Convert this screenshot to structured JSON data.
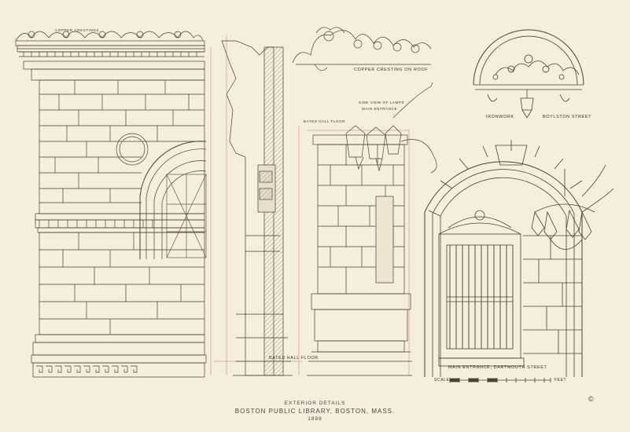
{
  "labels": {
    "copper_crestings": "Copper Crestings",
    "copper_cresting_roof": "Copper Cresting on Roof",
    "side_view_lamps": "Side View of Lamps",
    "main_entrance_small": "Main Entrance",
    "ironwork": "Ironwork",
    "boylston_street": "Boylston Street",
    "bates_hall_floor_top": "Bates Hall Floor",
    "bates_hall_floor_bottom": "Bates Hall Floor",
    "main_entrance_dartmouth": "Main Entrance, Dartmouth Street",
    "scale": "Scale",
    "feet": "Feet"
  },
  "caption": {
    "line1": "EXTERIOR DETAILS",
    "line2": "BOSTON PUBLIC LIBRARY, BOSTON, MASS.",
    "line3": "1898"
  },
  "copyright": "©",
  "colors": {
    "paper": "#f4eedc",
    "ink": "#4a4035",
    "accent_line": "#c07a7a"
  }
}
